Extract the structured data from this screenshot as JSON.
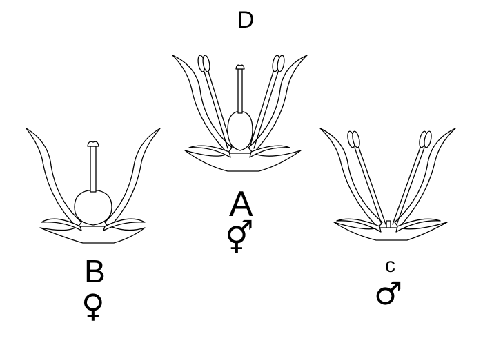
{
  "labels": {
    "top": "D",
    "center": "A",
    "left": "B",
    "right": "c"
  },
  "symbols": {
    "center": "⚥",
    "left": "♀",
    "right": "♂"
  },
  "colors": {
    "stroke": "#000000",
    "background": "#ffffff"
  }
}
